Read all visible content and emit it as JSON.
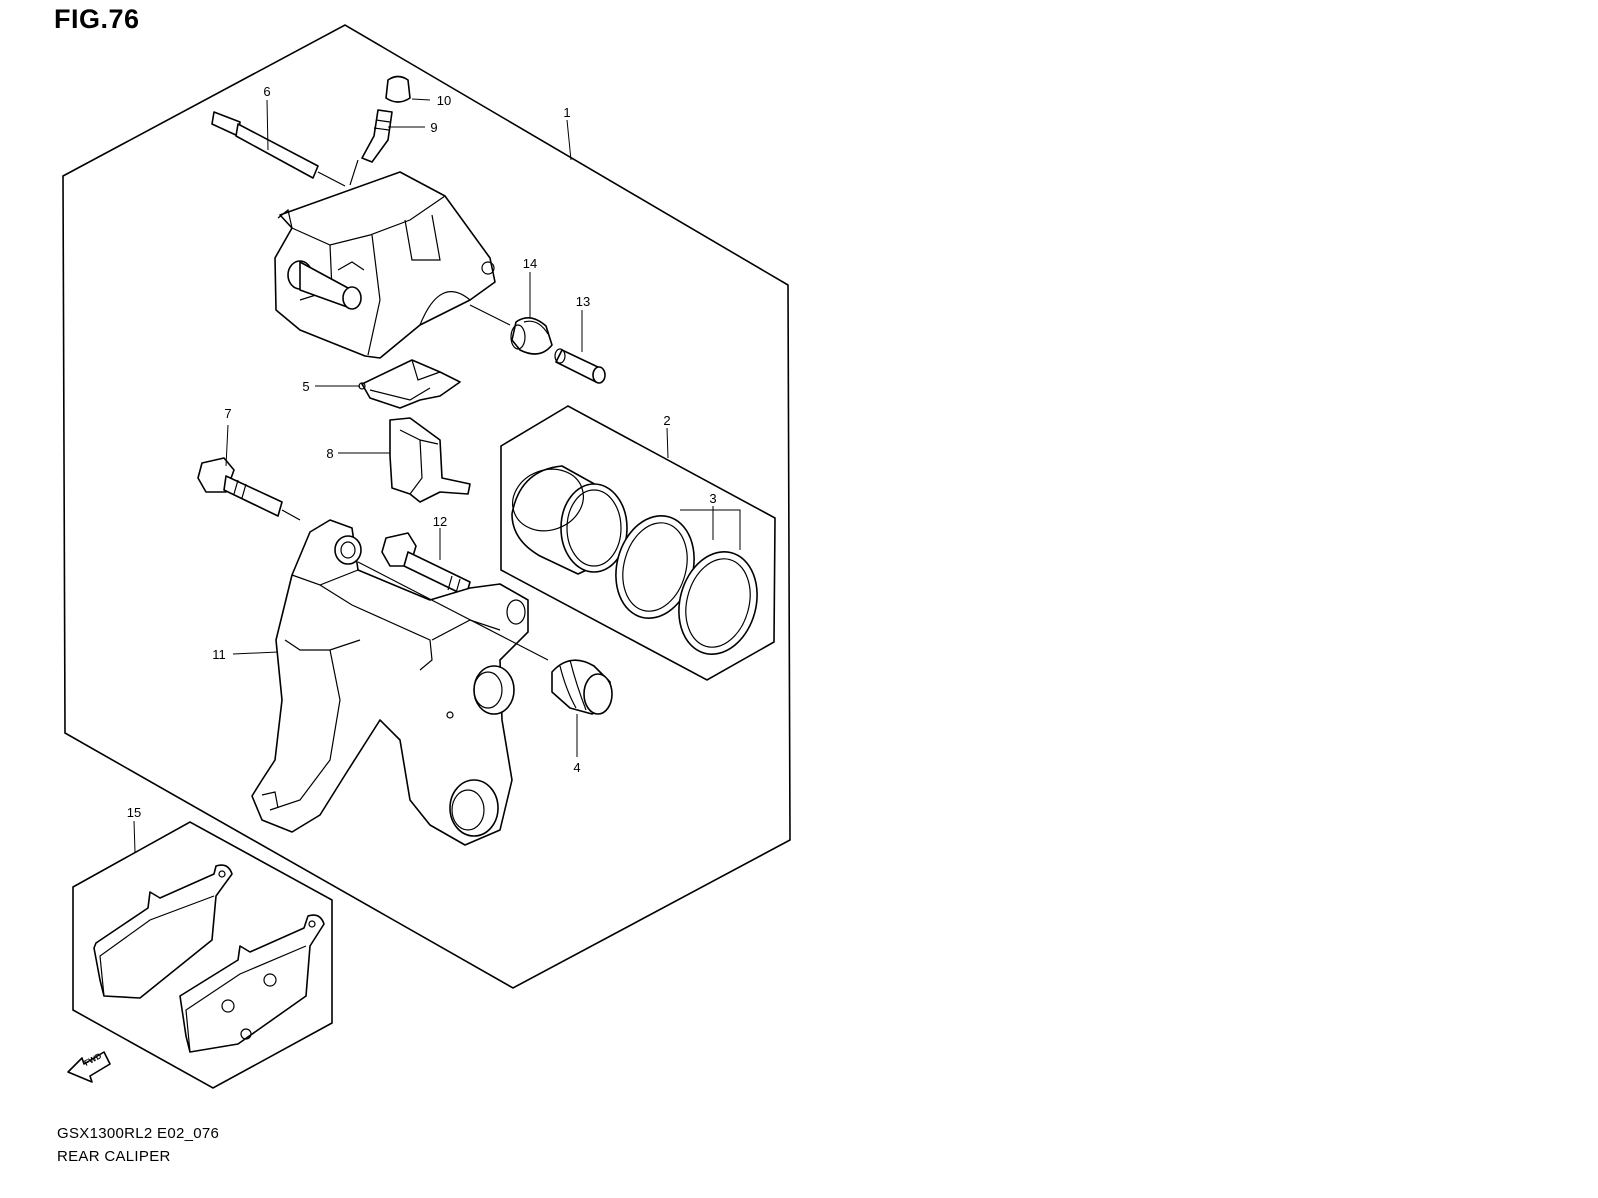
{
  "figure": {
    "title": "FIG.76",
    "model_code": "GSX1300RL2 E02_076",
    "caption": "REAR CALIPER",
    "fwd_arrow_label": "FWD"
  },
  "callouts": [
    "1",
    "2",
    "3",
    "4",
    "5",
    "6",
    "7",
    "8",
    "9",
    "10",
    "11",
    "12",
    "13",
    "14",
    "15"
  ]
}
